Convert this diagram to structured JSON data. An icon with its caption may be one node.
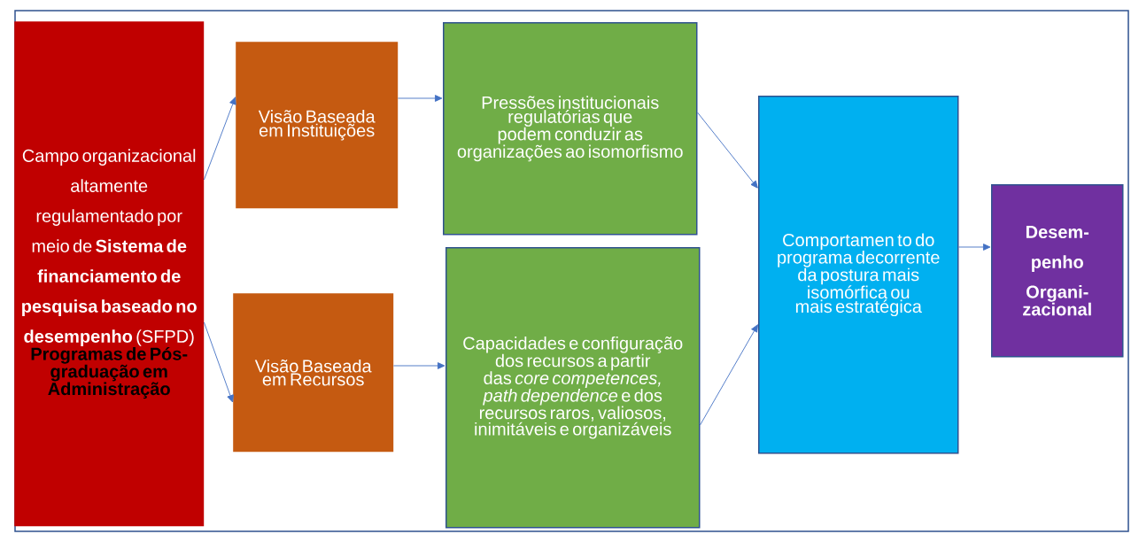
{
  "diagram": {
    "nodes": [
      {
        "text": [
          "Campo organizacional altamente regulamentado por meio de **Sistema de financiamento de pesquisa baseado no desempenho** (SFPD)",
          "Programas de Pós-graduação em Administração"
        ]
      },
      {
        "text": [
          "Visão Baseada em Instituições"
        ]
      },
      {
        "text": [
          "Visão Baseada em Recursos"
        ]
      },
      {
        "text": [
          "Pressões institucionais regulatórias que podem conduzir as organizações ao isomorfismo"
        ]
      },
      {
        "text": [
          "Capacidades e configuração dos recursos a partir das *core competences, path dependence* e dos recursos raros, valiosos, inimitáveis e organizáveis"
        ]
      },
      {
        "text": [
          "Comportamen to do programa decorrente da postura mais isomórfica ou mais estratégica"
        ]
      },
      {
        "text": [
          "Desem- penho",
          "Organi- zacional"
        ]
      }
    ],
    "edges": [
      {
        "from": 0,
        "to": 1,
        "arrow": "to"
      },
      {
        "from": 0,
        "to": 2,
        "arrow": "to"
      },
      {
        "from": 1,
        "to": 3,
        "arrow": "to"
      },
      {
        "from": 2,
        "to": 4,
        "arrow": "to"
      },
      {
        "from": 3,
        "to": 5,
        "arrow": "to"
      },
      {
        "from": 4,
        "to": 5,
        "arrow": "to"
      },
      {
        "from": 5,
        "to": 6,
        "arrow": "to"
      }
    ]
  }
}
